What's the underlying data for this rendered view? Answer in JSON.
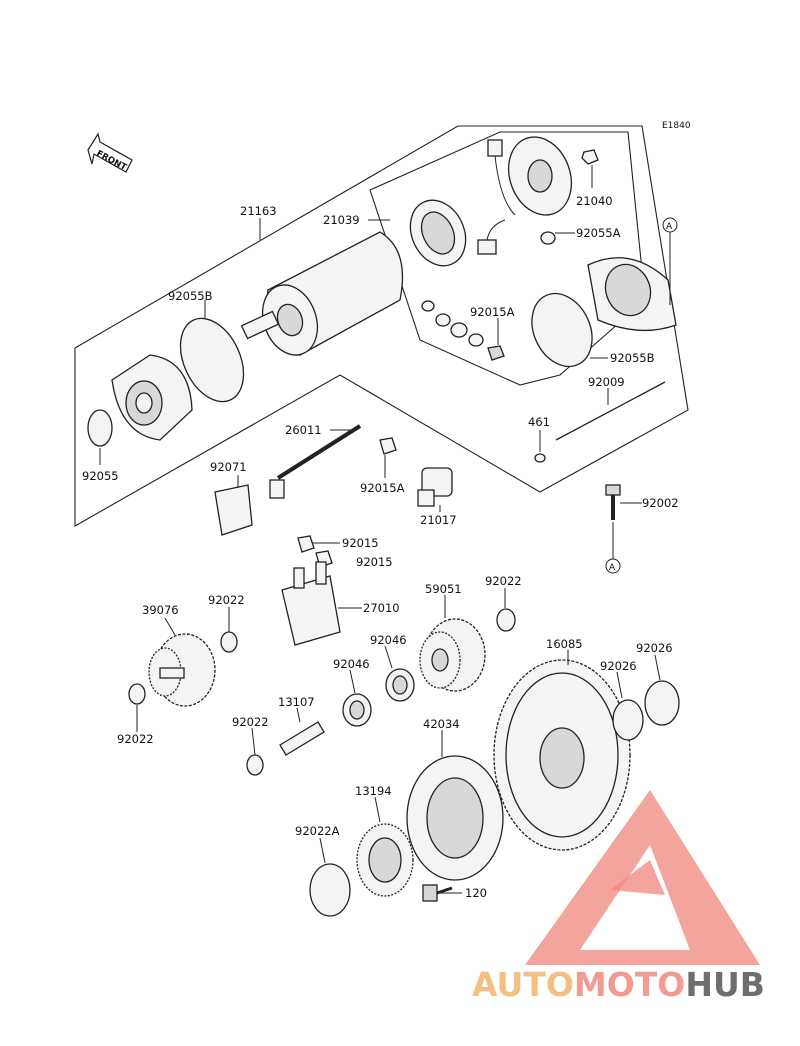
{
  "diagram": {
    "code": "E1840",
    "front_label": "FRONT",
    "callout_letter": "A"
  },
  "parts": {
    "p21163": "21163",
    "p21039": "21039",
    "p21040": "21040",
    "p92055A": "92055A",
    "p92055B_left": "92055B",
    "p92015A_upper": "92015A",
    "p92055B_right": "92055B",
    "p92009": "92009",
    "p461": "461",
    "p26011": "26011",
    "p92055": "92055",
    "p92071": "92071",
    "p92015A_lower": "92015A",
    "p21017": "21017",
    "p92002": "92002",
    "p92015_a": "92015",
    "p92015_b": "92015",
    "p27010": "27010",
    "p59051": "59051",
    "p92022_right": "92022",
    "p39076": "39076",
    "p92022_top": "92022",
    "p92046_right": "92046",
    "p92046_left": "92046",
    "p16085": "16085",
    "p92026_right": "92026",
    "p92026_left": "92026",
    "p92022_left": "92022",
    "p13107": "13107",
    "p92022_mid": "92022",
    "p42034": "42034",
    "p13194": "13194",
    "p92022A": "92022A",
    "p120": "120"
  },
  "watermark": {
    "auto": "AUTO",
    "moto": "MOTO",
    "hub": "HUB"
  }
}
